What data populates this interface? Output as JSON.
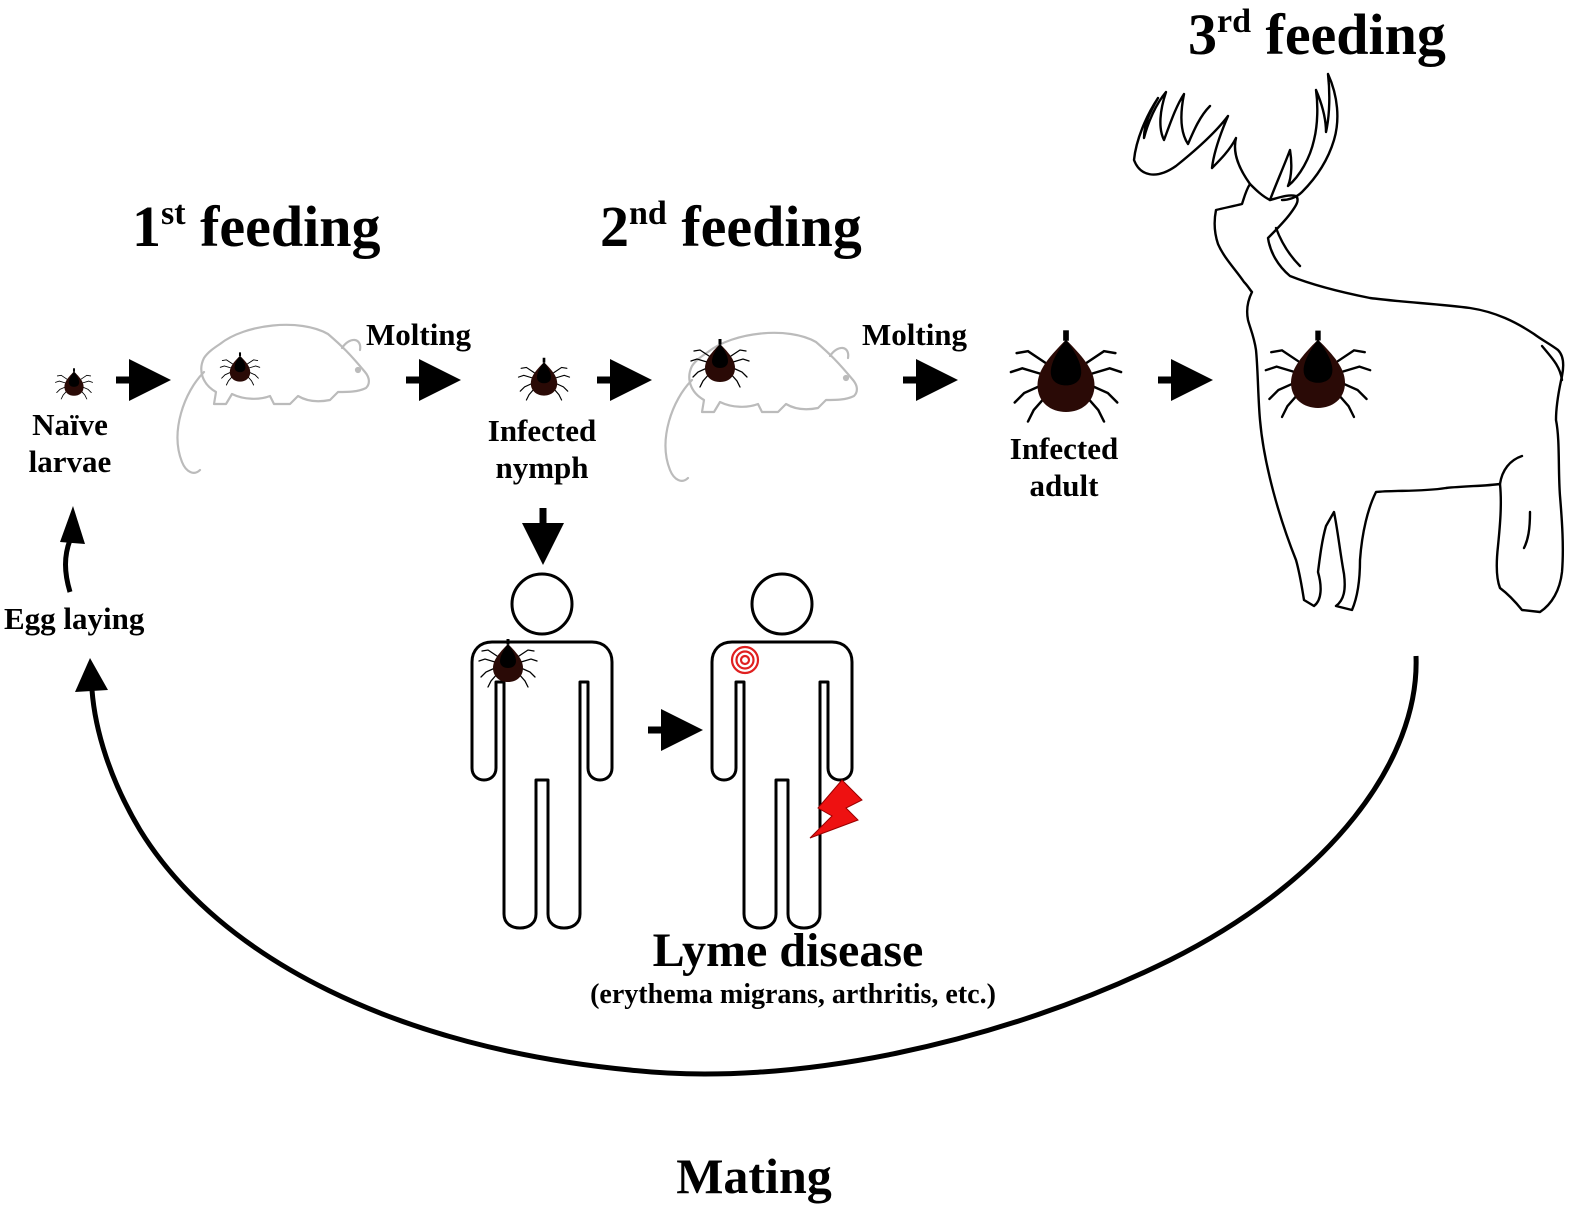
{
  "feedings": [
    {
      "num": "1",
      "sup": "st",
      "word": "feeding"
    },
    {
      "num": "2",
      "sup": "nd",
      "word": "feeding"
    },
    {
      "num": "3",
      "sup": "rd",
      "word": "feeding"
    }
  ],
  "stages": {
    "larvae": [
      "Naïve",
      "larvae"
    ],
    "nymph": [
      "Infected",
      "nymph"
    ],
    "adult": [
      "Infected",
      "adult"
    ]
  },
  "transitions": {
    "molting_1": "Molting",
    "molting_2": "Molting",
    "egg_laying": "Egg laying",
    "mating": "Mating"
  },
  "disease": {
    "title": "Lyme disease",
    "symptoms": "(erythema migrans, arthritis, etc.)"
  },
  "colors": {
    "tick_body": "#2a0a06",
    "tick_head": "#000000",
    "rash": "#e02020",
    "lightning": "#ee1111",
    "host_outline": "#bbbbbb"
  },
  "icons": [
    "tick-icon",
    "mouse-icon",
    "deer-icon",
    "human-icon",
    "rash-icon",
    "lightning-icon"
  ]
}
